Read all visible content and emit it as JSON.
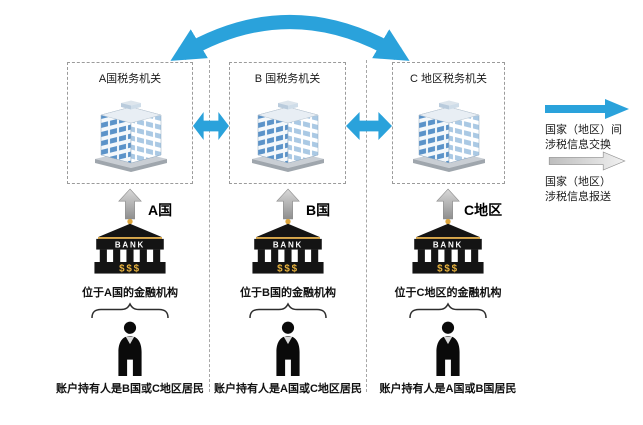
{
  "columns": [
    {
      "authority": "A国税务机关",
      "region_label": "A国",
      "institution": "位于A国的金融机构",
      "account_holders": "账户持有人是B国或C地区居民"
    },
    {
      "authority": "B 国税务机关",
      "region_label": "B国",
      "institution": "位于B国的金融机构",
      "account_holders": "账户持有人是A国或C地区居民"
    },
    {
      "authority": "C 地区税务机关",
      "region_label": "C地区",
      "institution": "位于C地区的金融机构",
      "account_holders": "账户持有人是A国或B国居民"
    }
  ],
  "bank": {
    "label": "BANK",
    "dollars": "$$$"
  },
  "legend": {
    "exchange": {
      "line1": "国家（地区）间",
      "line2": "涉税信息交换"
    },
    "report": {
      "line1": "国家（地区）",
      "line2": "涉税信息报送"
    }
  },
  "icons": {
    "building": "tax-office-building-icon",
    "bank": "bank-building-icon",
    "person": "account-holder-silhouette-icon",
    "curved_arrow": "bidirectional-exchange-arc-arrow",
    "double_arrow": "bidirectional-exchange-arrow",
    "up_arrow": "information-report-up-arrow",
    "brace": "group-brace"
  },
  "colors": {
    "arrow_blue": "#2AA2DB",
    "arrow_gray": "#9e9e9e",
    "gold": "#DCA53D",
    "dashed_border": "#9b9b9b"
  }
}
